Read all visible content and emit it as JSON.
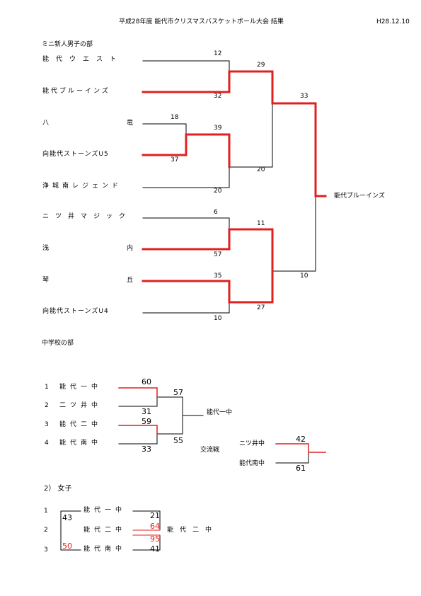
{
  "header": {
    "title": "平成28年度 能代市クリスマスバスケットボール大会 結果",
    "date": "H28.12.10"
  },
  "mini": {
    "section": "ミニ新人男子の部",
    "teams": [
      "能代ウエスト",
      "能代ブルーインズ",
      "八竜",
      "向能代ストーンズU5",
      "浄城南レジェンド",
      "ニツ井マジック",
      "浅内",
      "琴丘",
      "向能代ストーンズU4"
    ],
    "scores": {
      "r1_top": "12",
      "r1_bot": "32",
      "hachiryu": "18",
      "u5": "37",
      "sf_a_top": "39",
      "sf_a_bot": "20",
      "qf_a": "29",
      "qf_a_bot": "20",
      "nitsui": "6",
      "asanai": "57",
      "kotooka": "35",
      "u4": "10",
      "qf_b_top": "11",
      "qf_b_bot": "27",
      "final_top": "33",
      "final_bot": "10"
    },
    "winner": "能代ブルーインズ"
  },
  "jhs": {
    "section": "中学校の部",
    "teams": [
      {
        "no": "1",
        "name": "能代一中"
      },
      {
        "no": "2",
        "name": "二ツ井中"
      },
      {
        "no": "3",
        "name": "能代二中"
      },
      {
        "no": "4",
        "name": "能代南中"
      }
    ],
    "scores": {
      "s1": "60",
      "s2": "31",
      "s3": "59",
      "s4": "33",
      "f1": "57",
      "f2": "55"
    },
    "winner": "能代一中",
    "exchange": {
      "label": "交流戦",
      "team1": "ニツ井中",
      "team2": "能代南中",
      "score1": "42",
      "score2": "61"
    }
  },
  "girls": {
    "section": "2） 女子",
    "teams": [
      {
        "no": "1",
        "name": "能代一中"
      },
      {
        "no": "2",
        "name": "能代二中"
      },
      {
        "no": "3",
        "name": "能代南中"
      }
    ],
    "scores": {
      "a": "43",
      "b": "50",
      "c": "21",
      "d": "64",
      "e": "95",
      "f": "41"
    },
    "winner": "能代二中"
  },
  "colors": {
    "win": "#e02020",
    "line": "#000000"
  }
}
